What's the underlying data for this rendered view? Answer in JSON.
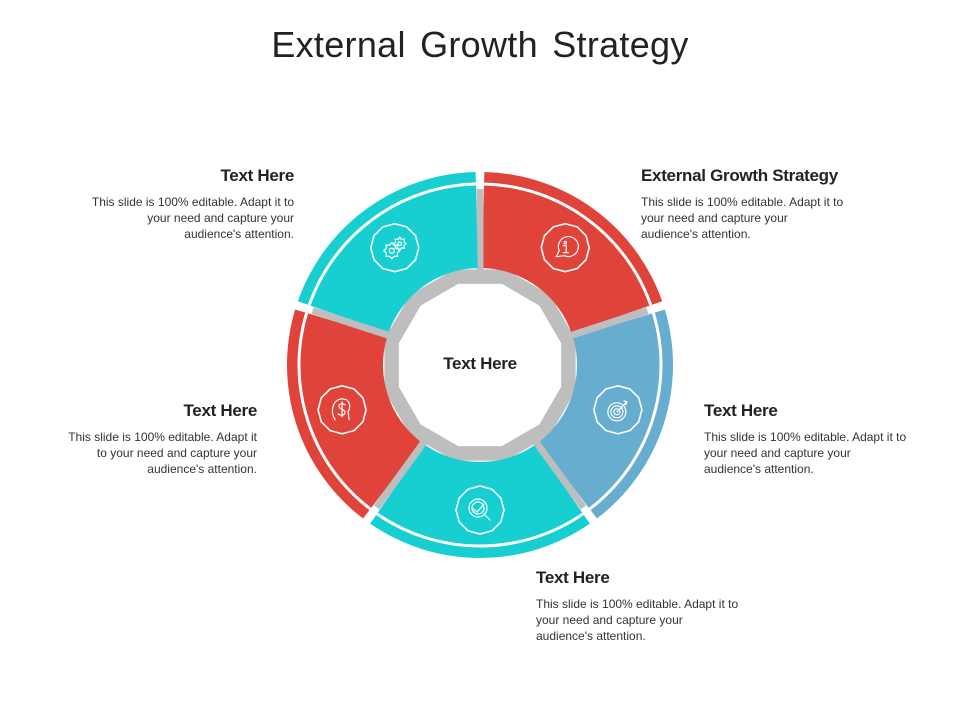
{
  "slide": {
    "title": "External Growth Strategy",
    "center_label": "Text Here"
  },
  "colors": {
    "red": "#DF4339",
    "teal": "#17CFD0",
    "blue": "#67ADCF",
    "gray_ring": "#BEBEBE",
    "text_dark": "#222222"
  },
  "segments": [
    {
      "position": "top-right",
      "color": "#DF4339",
      "icon": "info-chat-icon",
      "heading": "External Growth Strategy",
      "body": "This slide is 100% editable. Adapt it to your need and capture your audience's attention."
    },
    {
      "position": "right",
      "color": "#67ADCF",
      "icon": "target-icon",
      "heading": "Text Here",
      "body": "This slide is 100% editable. Adapt it to your need and capture your audience's attention."
    },
    {
      "position": "bottom",
      "color": "#17CFD0",
      "icon": "magnifier-chart-icon",
      "heading": "Text Here",
      "body": "This slide is 100% editable. Adapt it to your need and capture your audience's attention."
    },
    {
      "position": "left",
      "color": "#DF4339",
      "icon": "dollar-head-icon",
      "heading": "Text Here",
      "body": "This slide is 100% editable. Adapt it to your need and capture your audience's attention."
    },
    {
      "position": "top-left",
      "color": "#17CFD0",
      "icon": "gears-icon",
      "heading": "Text Here",
      "body": "This slide is 100% editable. Adapt it to your need and capture your audience's attention."
    }
  ]
}
